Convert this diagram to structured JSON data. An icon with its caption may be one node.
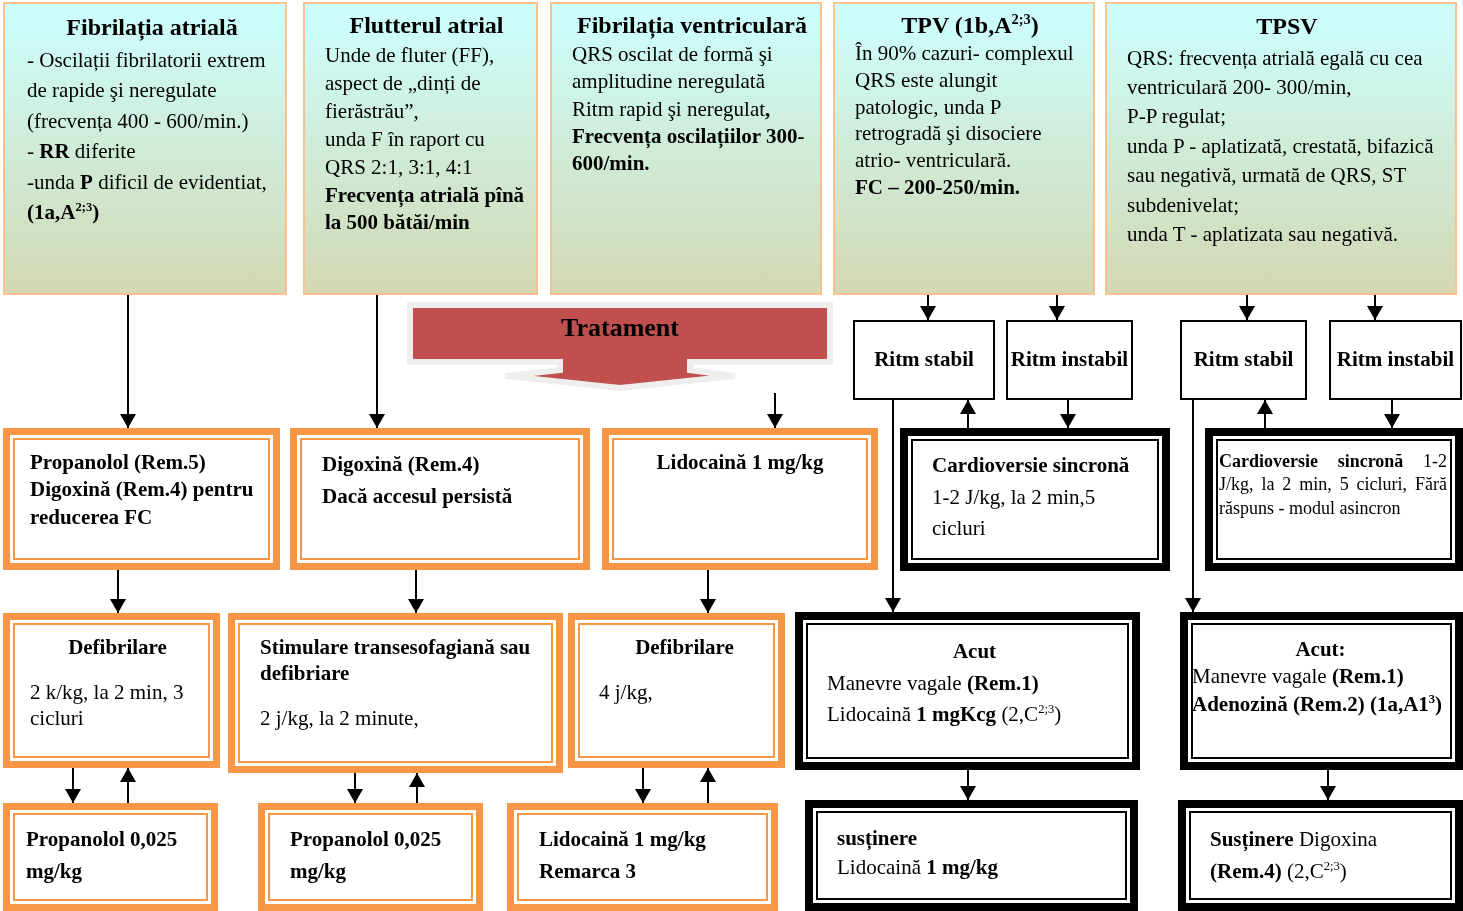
{
  "diagram": {
    "nodes": [
      {
        "text": [
          "Fibrilația atrială",
          "- Oscilații fibrilatorii extrem de rapide şi neregulate (frecvența 400 - 600/min.)",
          "- **RR** diferite",
          "-unda **P** dificil de evidentiat, **(1a,A$^{2;3}$)**"
        ]
      },
      {
        "text": [
          "Flutterul atrial",
          "Unde de fluter (FF), aspect de „dinți de fierăstrău”,",
          "unda F în raport cu QRS 2:1, 3:1, 4:1",
          "Frecvența atrială pînă la 500 bătăi/min"
        ]
      },
      {
        "text": [
          "Fibrilația ventriculară",
          "QRS oscilat de formă şi amplitudine neregulată",
          "Ritm rapid şi neregulat**,**",
          "Frecvența oscilațiilor 300-600/min."
        ]
      },
      {
        "text": [
          "TPV (1b,A$^{2;3}$)",
          "În 90% cazuri- complexul QRS este alungit patologic, unda P retrogradă şi disociere atrio- ventriculară.",
          "FC – 200-250/min."
        ]
      },
      {
        "text": [
          "TPSV",
          "QRS: frecvența atrială  egală cu cea ventriculară 200- 300/min,",
          "P-P regulat;",
          "unda P - aplatizată, crestată, bifazică sau  negativă, urmată de QRS, ST subdenivelat;",
          "unda T - aplatizata sau negativă."
        ]
      },
      {
        "text": [
          "Tratament"
        ]
      },
      {
        "text": [
          "Propanolol (Rem.5) Digoxină (Rem.4) pentru reducerea FC"
        ]
      },
      {
        "text": [
          "Digoxină (Rem.4)",
          "Dacă accesul persistă"
        ]
      },
      {
        "text": [
          "Lidocaină 1 mg/kg"
        ]
      },
      {
        "text": [
          "Ritm stabil"
        ]
      },
      {
        "text": [
          "Ritm instabil"
        ]
      },
      {
        "text": [
          "Ritm stabil"
        ]
      },
      {
        "text": [
          "Ritm instabil"
        ]
      },
      {
        "text": [
          "**Cardioversie sincronă** 1-2 J/kg, la 2 min,5 cicluri"
        ]
      },
      {
        "text": [
          "**Cardioversie sincronă** 1-2 J/kg, la 2 min, 5 cicluri, Fără răspuns - modul asincron"
        ]
      },
      {
        "text": [
          "Defibrilare",
          "2 k/kg, la 2 min, 3 cicluri"
        ]
      },
      {
        "text": [
          "Stimulare transesofagiană sau defibriare",
          "2 j/kg, la 2 minute,"
        ]
      },
      {
        "text": [
          "Defibrilare",
          "4 j/kg,"
        ]
      },
      {
        "text": [
          "Acut",
          "Manevre vagale **(Rem.1)**",
          "Lidocaină **1 mgKcg** (2,C$^{2;3}$)"
        ]
      },
      {
        "text": [
          "Acut:",
          "Manevre vagale **(Rem.1)**",
          "Adenozină (Rem.2) (1a,A1$^{3}$)"
        ]
      },
      {
        "text": [
          "Propanolol 0,025 mg/kg"
        ]
      },
      {
        "text": [
          "Propanolol 0,025 mg/kg"
        ]
      },
      {
        "text": [
          "Lidocaină 1 mg/kg Remarca 3"
        ]
      },
      {
        "text": [
          "susținere",
          "Lidocaină **1 mg/kg**"
        ]
      },
      {
        "text": [
          "**Susținere** Digoxina **(Rem.4)** (2,C$^{2;3}$)"
        ]
      }
    ],
    "edges": [
      {
        "from": 0,
        "to": 6,
        "arrow": "to"
      },
      {
        "from": 1,
        "to": 7,
        "arrow": "to"
      },
      {
        "from": 5,
        "to": 8,
        "arrow": "to"
      },
      {
        "from": 3,
        "to": 9,
        "arrow": "to"
      },
      {
        "from": 3,
        "to": 10,
        "arrow": "to"
      },
      {
        "from": 4,
        "to": 11,
        "arrow": "to"
      },
      {
        "from": 4,
        "to": 12,
        "arrow": "to"
      },
      {
        "from": 13,
        "to": 9,
        "arrow": "to"
      },
      {
        "from": 10,
        "to": 13,
        "arrow": "to"
      },
      {
        "from": 14,
        "to": 11,
        "arrow": "to"
      },
      {
        "from": 12,
        "to": 14,
        "arrow": "to"
      },
      {
        "from": 9,
        "to": 18,
        "arrow": "to"
      },
      {
        "from": 11,
        "to": 19,
        "arrow": "to"
      },
      {
        "from": 6,
        "to": 15,
        "arrow": "to"
      },
      {
        "from": 7,
        "to": 16,
        "arrow": "to"
      },
      {
        "from": 8,
        "to": 17,
        "arrow": "to"
      },
      {
        "from": 15,
        "to": 20,
        "arrow": "to"
      },
      {
        "from": 20,
        "to": 15,
        "arrow": "to"
      },
      {
        "from": 16,
        "to": 21,
        "arrow": "to"
      },
      {
        "from": 21,
        "to": 16,
        "arrow": "to"
      },
      {
        "from": 17,
        "to": 22,
        "arrow": "to"
      },
      {
        "from": 22,
        "to": 17,
        "arrow": "to"
      },
      {
        "from": 18,
        "to": 23,
        "arrow": "to"
      },
      {
        "from": 19,
        "to": 24,
        "arrow": "to"
      }
    ]
  }
}
